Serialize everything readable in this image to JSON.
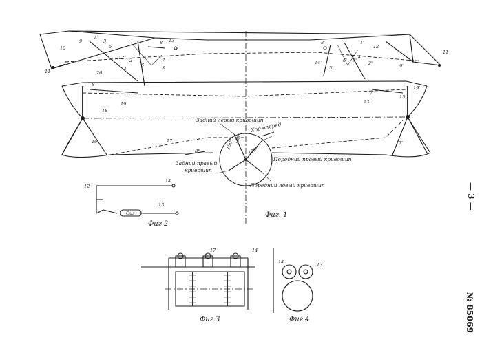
{
  "crank_labels": {
    "rear_left": "Задний левый кривошип",
    "forward_motion": "Ход вперед",
    "rear_right": "Задний правый кривошип",
    "front_right": "Передний правый кривошип",
    "front_left": "Передний левый кривошип"
  },
  "angle_labels": [
    "180°",
    "180°",
    "180°",
    "8°"
  ],
  "figure_captions": {
    "fig1": "Фиг. 1",
    "fig2": "Фиг 2",
    "fig3": "Фиг.3",
    "fig4": "Фиг.4"
  },
  "fig2_box_label": "Сиз",
  "page_number": "— 3 —",
  "patent_number": "№ 85069",
  "part_numbers": {
    "left_top": [
      "10",
      "9",
      "4",
      "3",
      "5",
      "12",
      "2",
      "1",
      "8",
      "13",
      "6",
      "7",
      "3",
      "11"
    ],
    "left_mid": [
      "26",
      "8",
      "19",
      "18",
      "16",
      "17"
    ],
    "right_top": [
      "8'",
      "1'",
      "12",
      "4",
      "14'",
      "5'",
      "6'",
      "3'",
      "2'",
      "9'",
      "10'",
      "11"
    ],
    "right_mid": [
      "7'",
      "15'",
      "19'",
      "13'",
      "17'"
    ],
    "fig2": [
      "12",
      "14",
      "13"
    ],
    "fig3": [
      "17",
      "14"
    ],
    "fig4": [
      "14",
      "13"
    ]
  }
}
